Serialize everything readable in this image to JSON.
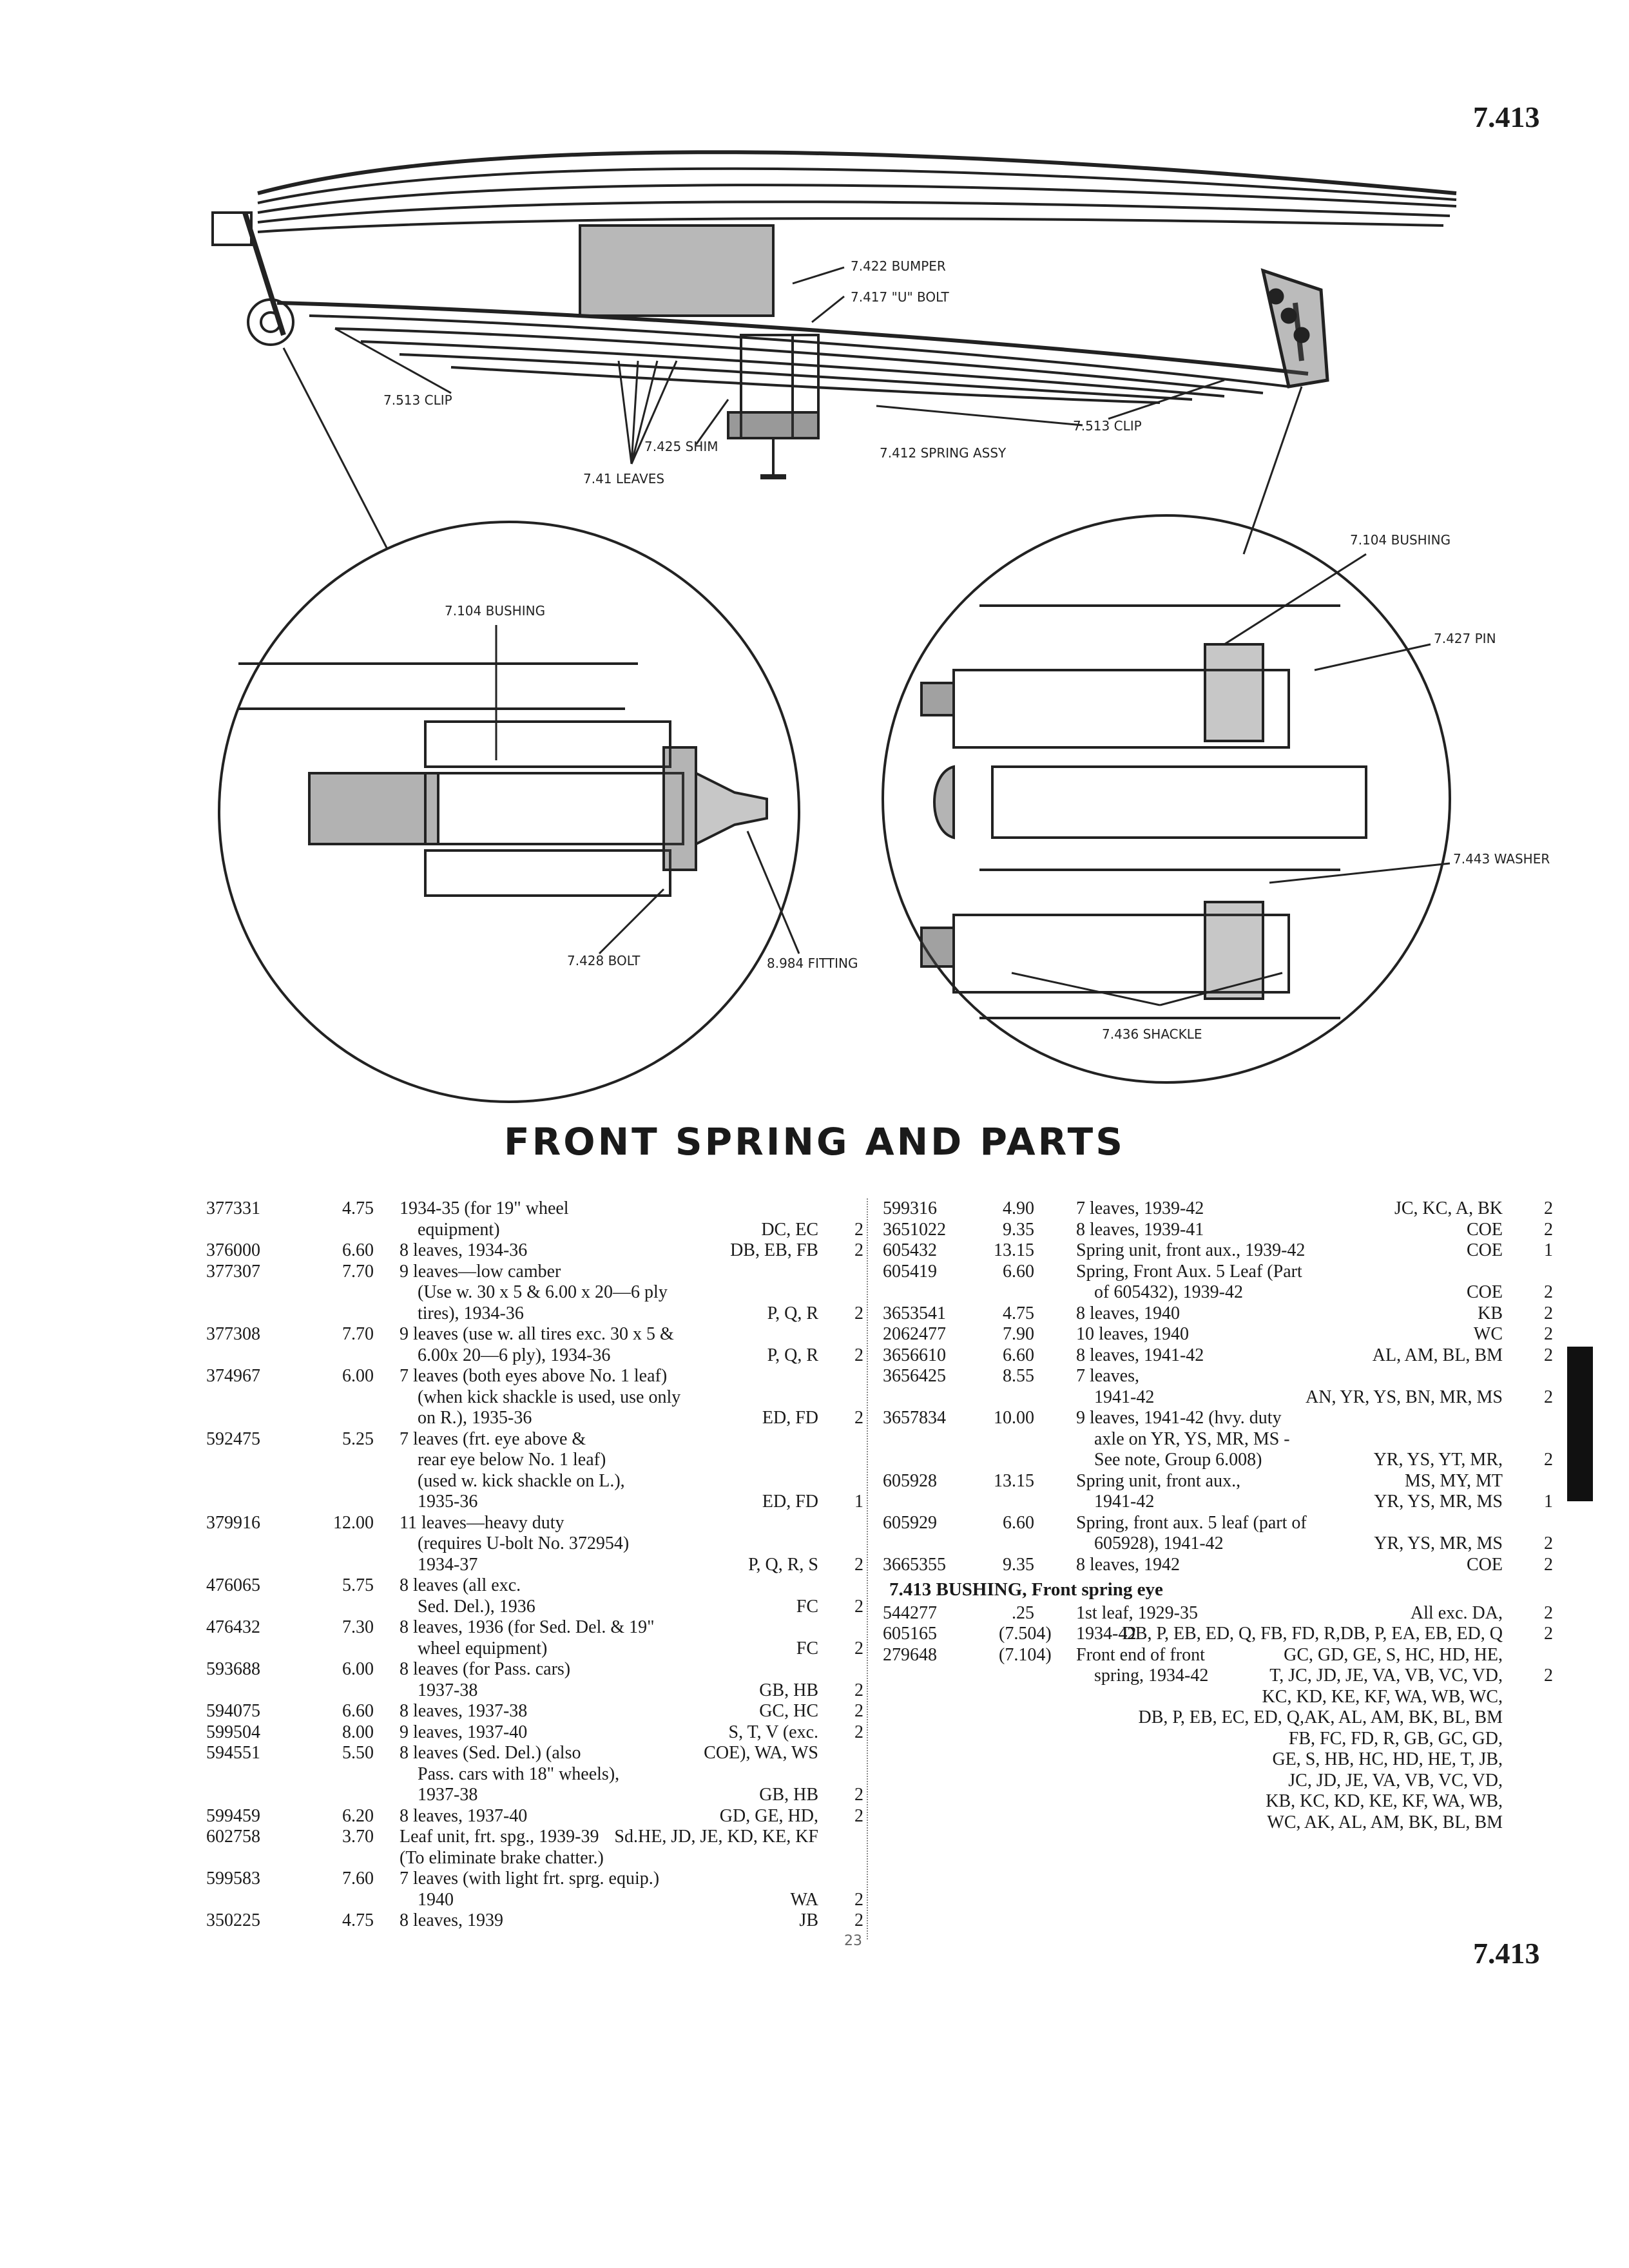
{
  "page": {
    "number_top": "7.413",
    "number_bottom": "7.413",
    "folio": "23",
    "title": "FRONT SPRING AND PARTS"
  },
  "callouts": {
    "bumper": "7.422 BUMPER",
    "ubolt": "7.417 \"U\" BOLT",
    "clip_left": "7.513 CLIP",
    "clip_right": "7.513 CLIP",
    "shim": "7.425 SHIM",
    "spring_assy": "7.412 SPRING ASSY",
    "leaves": "7.41 LEAVES",
    "bushing_left": "7.104 BUSHING",
    "bushing_right": "7.104 BUSHING",
    "pin": "7.427 PIN",
    "washer": "7.443 WASHER",
    "bolt": "7.428 BOLT",
    "fitting": "8.984 FITTING",
    "shackle": "7.436 SHACKLE"
  },
  "col1": [
    {
      "part": "377331",
      "price": "4.75",
      "lines": [
        {
          "t": "1934-35 (for 19\" wheel"
        },
        {
          "t": "equipment)",
          "m": "DC, EC",
          "ind": 1
        }
      ],
      "qty": "2"
    },
    {
      "part": "376000",
      "price": "6.60",
      "lines": [
        {
          "t": "8 leaves, 1934-36",
          "m": "DB, EB, FB"
        }
      ],
      "qty": "2"
    },
    {
      "part": "377307",
      "price": "7.70",
      "lines": [
        {
          "t": "9 leaves—low camber"
        },
        {
          "t": "(Use w. 30 x 5 & 6.00 x 20—6 ply",
          "ind": 1
        },
        {
          "t": "tires), 1934-36",
          "m": "P, Q, R",
          "ind": 1
        }
      ],
      "qty": "2"
    },
    {
      "part": "377308",
      "price": "7.70",
      "lines": [
        {
          "t": "9 leaves (use w. all tires exc. 30 x 5 &"
        },
        {
          "t": "6.00x 20—6 ply), 1934-36",
          "m": "P, Q, R",
          "ind": 1
        }
      ],
      "qty": "2"
    },
    {
      "part": "374967",
      "price": "6.00",
      "lines": [
        {
          "t": "7 leaves (both eyes above No. 1 leaf)"
        },
        {
          "t": "(when kick shackle is used, use only",
          "ind": 1
        },
        {
          "t": "on R.), 1935-36",
          "m": "ED, FD",
          "ind": 1
        }
      ],
      "qty": "2"
    },
    {
      "part": "592475",
      "price": "5.25",
      "lines": [
        {
          "t": "7 leaves (frt. eye above &"
        },
        {
          "t": "rear eye below No. 1 leaf)",
          "ind": 1
        },
        {
          "t": "(used w. kick shackle on L.),",
          "ind": 1
        },
        {
          "t": "1935-36",
          "m": "ED, FD",
          "ind": 1
        }
      ],
      "qty": "1"
    },
    {
      "part": "379916",
      "price": "12.00",
      "lines": [
        {
          "t": "11 leaves—heavy duty"
        },
        {
          "t": "(requires U-bolt No. 372954)",
          "ind": 1
        },
        {
          "t": "1934-37",
          "m": "P, Q, R, S",
          "ind": 1
        }
      ],
      "qty": "2"
    },
    {
      "part": "476065",
      "price": "5.75",
      "lines": [
        {
          "t": "8 leaves (all exc."
        },
        {
          "t": "Sed. Del.), 1936",
          "m": "FC",
          "ind": 1
        }
      ],
      "qty": "2"
    },
    {
      "part": "476432",
      "price": "7.30",
      "lines": [
        {
          "t": "8 leaves, 1936 (for Sed. Del. & 19\""
        },
        {
          "t": "wheel equipment)",
          "m": "FC",
          "ind": 1
        }
      ],
      "qty": "2"
    },
    {
      "part": "593688",
      "price": "6.00",
      "lines": [
        {
          "t": "8 leaves (for Pass. cars)"
        },
        {
          "t": "1937-38",
          "m": "GB, HB",
          "ind": 1
        }
      ],
      "qty": "2"
    },
    {
      "part": "594075",
      "price": "6.60",
      "lines": [
        {
          "t": "8 leaves, 1937-38",
          "m": "GC, HC"
        }
      ],
      "qty": "2"
    },
    {
      "part": "599504",
      "price": "8.00",
      "lines": [
        {
          "t": "9 leaves, 1937-40",
          "m": "S, T, V (exc."
        },
        {
          "t": "",
          "m": "COE), WA, WS"
        }
      ],
      "qty": "2"
    },
    {
      "part": "594551",
      "price": "5.50",
      "lines": [
        {
          "t": "8 leaves (Sed. Del.) (also"
        },
        {
          "t": "Pass. cars with 18\" wheels),",
          "ind": 1
        },
        {
          "t": "1937-38",
          "m": "GB, HB",
          "ind": 1
        }
      ],
      "qty": "2"
    },
    {
      "part": "599459",
      "price": "6.20",
      "lines": [
        {
          "t": "8 leaves, 1937-40",
          "m": "GD, GE, HD,"
        },
        {
          "t": "",
          "m": "HE, JD, JE, KD, KE, KF"
        }
      ],
      "qty": "2"
    },
    {
      "part": "602758",
      "price": "3.70",
      "lines": [
        {
          "t": "Leaf unit, frt. spg., 1939-39",
          "m": "Sd."
        },
        {
          "t": "(To eliminate brake chatter.)"
        }
      ],
      "qty": ""
    },
    {
      "part": "599583",
      "price": "7.60",
      "lines": [
        {
          "t": "7 leaves (with light frt. sprg. equip.)"
        },
        {
          "t": "1940",
          "m": "WA",
          "ind": 1
        }
      ],
      "qty": "2"
    },
    {
      "part": "350225",
      "price": "4.75",
      "lines": [
        {
          "t": "8 leaves, 1939",
          "m": "JB"
        }
      ],
      "qty": "2"
    }
  ],
  "col2": [
    {
      "part": "599316",
      "price": "4.90",
      "lines": [
        {
          "t": "7 leaves, 1939-42",
          "m": "JC, KC, A, BK"
        }
      ],
      "qty": "2"
    },
    {
      "part": "3651022",
      "price": "9.35",
      "lines": [
        {
          "t": "8 leaves, 1939-41",
          "m": "COE"
        }
      ],
      "qty": "2"
    },
    {
      "part": "605432",
      "price": "13.15",
      "lines": [
        {
          "t": "Spring unit, front aux., 1939-42",
          "m": "COE"
        }
      ],
      "qty": "1"
    },
    {
      "part": "605419",
      "price": "6.60",
      "lines": [
        {
          "t": "Spring, Front Aux. 5 Leaf (Part"
        },
        {
          "t": "of 605432), 1939-42",
          "m": "COE",
          "ind": 1
        }
      ],
      "qty": "2"
    },
    {
      "part": "3653541",
      "price": "4.75",
      "lines": [
        {
          "t": "8 leaves, 1940",
          "m": "KB"
        }
      ],
      "qty": "2"
    },
    {
      "part": "2062477",
      "price": "7.90",
      "lines": [
        {
          "t": "10 leaves, 1940",
          "m": "WC"
        }
      ],
      "qty": "2"
    },
    {
      "part": "3656610",
      "price": "6.60",
      "lines": [
        {
          "t": "8 leaves, 1941-42",
          "m": "AL, AM, BL, BM"
        }
      ],
      "qty": "2"
    },
    {
      "part": "3656425",
      "price": "8.55",
      "lines": [
        {
          "t": "7 leaves,"
        },
        {
          "t": "1941-42",
          "m": "AN, YR, YS, BN, MR, MS",
          "ind": 1
        }
      ],
      "qty": "2"
    },
    {
      "part": "3657834",
      "price": "10.00",
      "lines": [
        {
          "t": "9 leaves, 1941-42 (hvy. duty"
        },
        {
          "t": "axle on YR, YS, MR, MS -",
          "ind": 1
        },
        {
          "t": "See note, Group 6.008)",
          "m": "YR, YS, YT, MR,",
          "ind": 1
        },
        {
          "t": "",
          "m": "MS, MY, MT"
        }
      ],
      "qty": "2"
    },
    {
      "part": "605928",
      "price": "13.15",
      "lines": [
        {
          "t": "Spring unit, front aux.,"
        },
        {
          "t": "1941-42",
          "m": "YR, YS, MR, MS",
          "ind": 1
        }
      ],
      "qty": "1"
    },
    {
      "part": "605929",
      "price": "6.60",
      "lines": [
        {
          "t": "Spring, front aux. 5 leaf (part of"
        },
        {
          "t": "605928), 1941-42",
          "m": "YR, YS, MR, MS",
          "ind": 1
        }
      ],
      "qty": "2"
    },
    {
      "part": "3665355",
      "price": "9.35",
      "lines": [
        {
          "t": "8 leaves, 1942",
          "m": "COE"
        }
      ],
      "qty": "2"
    }
  ],
  "section2": {
    "heading": "7.413 BUSHING, Front spring eye",
    "items": [
      {
        "part": "544277",
        "price": ".25",
        "ref": "",
        "lines": [
          {
            "t": "1st leaf, 1929-35",
            "m": "All exc. DA,"
          },
          {
            "t": "",
            "m": "DB, P, EA, EB, ED, Q"
          }
        ],
        "qty": "2"
      },
      {
        "part": "605165",
        "price": "",
        "ref": "(7.504)",
        "lines": [
          {
            "t": "1934-42",
            "m": "DB, P, EB, ED, Q, FB, FD, R,"
          },
          {
            "t": "",
            "m": "GC, GD, GE, S, HC, HD, HE,"
          },
          {
            "t": "",
            "m": "T, JC, JD, JE, VA, VB, VC, VD,"
          },
          {
            "t": "",
            "m": "KC, KD, KE, KF, WA, WB, WC,"
          },
          {
            "t": "",
            "m": "AK, AL, AM, BK, BL, BM"
          }
        ],
        "qty": "2"
      },
      {
        "part": "279648",
        "price": "",
        "ref": "(7.104)",
        "lines": [
          {
            "t": "Front end of front"
          },
          {
            "t": "spring, 1934-42",
            "m": "DB, P, EB, EC, ED, Q,",
            "ind": 1
          },
          {
            "t": "",
            "m": "FB, FC, FD, R, GB, GC, GD,"
          },
          {
            "t": "",
            "m": "GE, S, HB, HC, HD, HE, T, JB,"
          },
          {
            "t": "",
            "m": "JC, JD, JE, VA, VB, VC, VD,"
          },
          {
            "t": "",
            "m": "KB, KC, KD, KE, KF, WA, WB,"
          },
          {
            "t": "",
            "m": "WC, AK, AL, AM, BK, BL, BM"
          }
        ],
        "qty": "2"
      }
    ]
  }
}
